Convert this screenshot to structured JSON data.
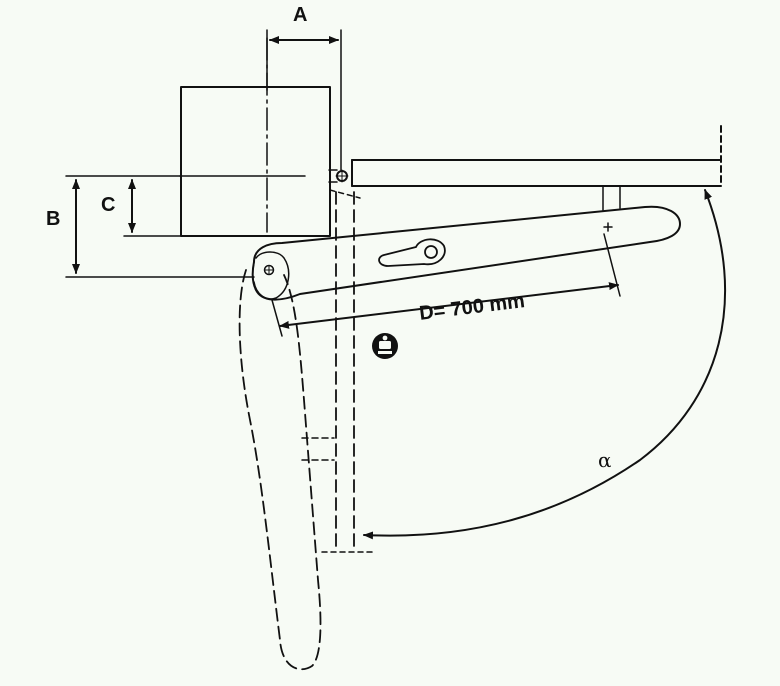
{
  "diagram": {
    "labels": {
      "a": "A",
      "b": "B",
      "c": "C",
      "d": "D= 700 mm",
      "alpha": "α"
    },
    "icons": [
      "weight-info-icon"
    ],
    "colors": {
      "line": "#111111",
      "background": "#f7fbf5"
    }
  }
}
